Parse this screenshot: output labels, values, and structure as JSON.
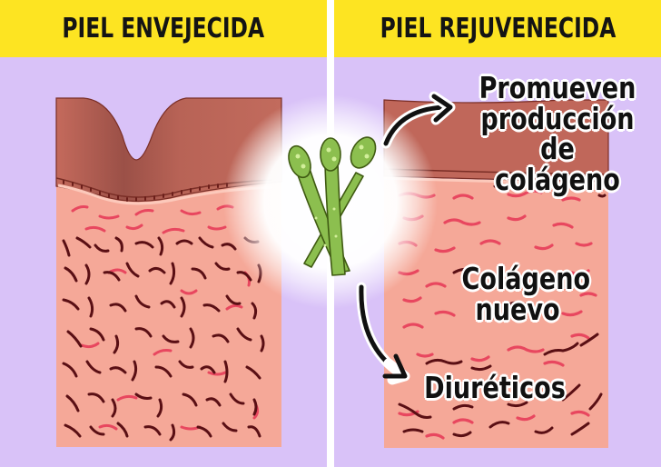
{
  "panels": {
    "left": {
      "title": "PIEL ENVEJECIDA"
    },
    "right": {
      "title": "PIEL REJUVENECIDA"
    }
  },
  "annotations": {
    "top": {
      "line1": "Promueven",
      "line2": "producción",
      "line3": "de colágeno"
    },
    "middle": {
      "line1": "Colágeno",
      "line2": "nuevo"
    },
    "bottom": {
      "line1": "Diuréticos"
    }
  },
  "center_icon": "asparagus-icon",
  "colors": {
    "header": "#fde422",
    "background": "#d9c2f8",
    "epidermis": "#c0675a",
    "dermis": "#f5a898",
    "fiber_pink": "#e8475f",
    "fiber_dark": "#5a0f14",
    "asparagus": "#8cbf4f"
  }
}
